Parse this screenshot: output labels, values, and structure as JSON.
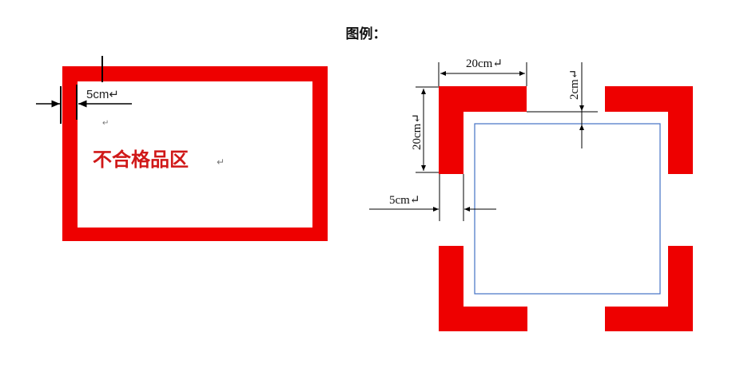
{
  "title": "图例：",
  "colors": {
    "zone_red": "#EE0000",
    "area_blue": "#4472C4",
    "label_red": "#D01818"
  },
  "left_figure": {
    "border_width_label": "5cm↵",
    "zone_label": "不合格品区",
    "zone_label_mark": "↵",
    "paragraph_mark": "↵"
  },
  "right_figure": {
    "corner_length_label": "20cm↵",
    "corner_height_label": "20cm↵",
    "gap_label": "2cm↵",
    "corner_width_label": "5cm↵"
  }
}
